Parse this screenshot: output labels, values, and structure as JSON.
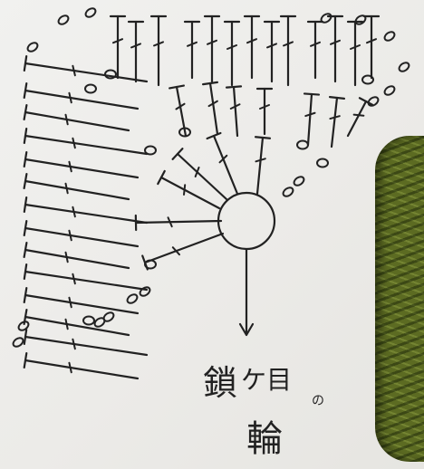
{
  "diagram": {
    "label_line1": "鎖",
    "label_line1b": "ケ目",
    "label_mark": "の",
    "label_line2": "輪"
  },
  "colors": {
    "ink": "#222222",
    "paper": "#efeeeb",
    "yarn": "#5c6b22"
  },
  "icons": [
    "magic-ring-circle",
    "arrow-down-icon",
    "chain-stitch-icon",
    "double-crochet-stitch-icon"
  ]
}
